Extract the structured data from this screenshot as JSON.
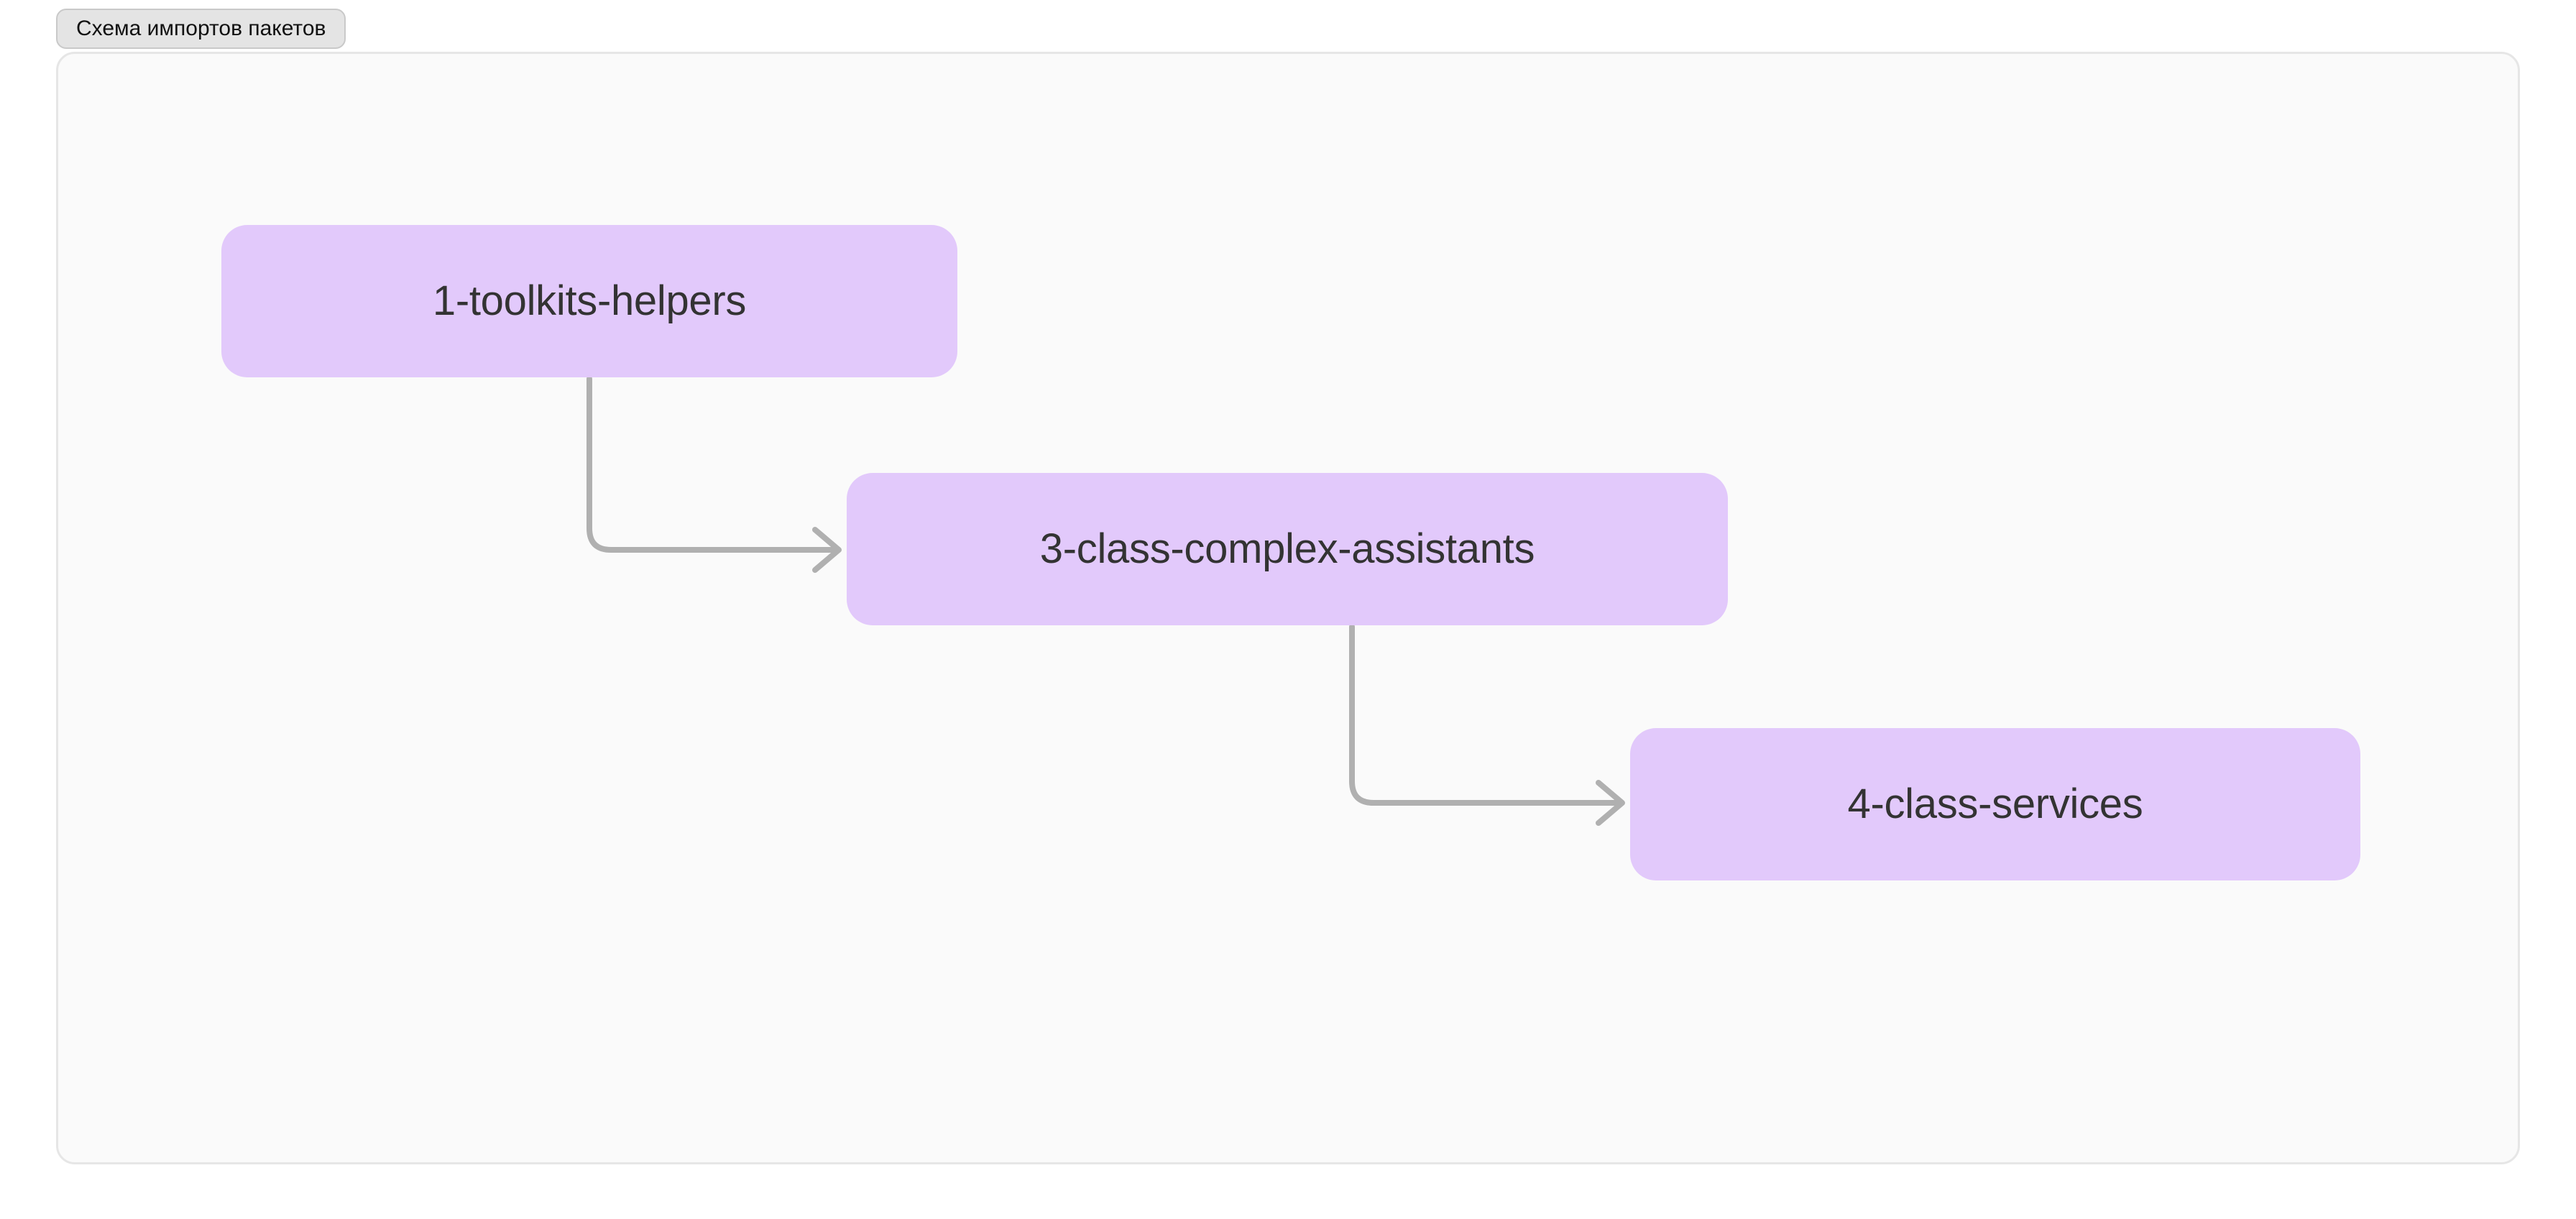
{
  "diagram": {
    "tab_label": "Схема импортов пакетов",
    "type": "flowchart",
    "direction": "left-to-right cascade",
    "colors": {
      "node_fill": "#e2c9fb",
      "node_text": "#333333",
      "edge_stroke": "#b0b0b0",
      "canvas_background": "#fafafa",
      "canvas_border": "#e6e6e6",
      "tab_background": "#e4e4e4",
      "tab_border": "#c9c9c9",
      "tab_text": "#111111"
    },
    "nodes": [
      {
        "id": "n1",
        "label": "1-toolkits-helpers"
      },
      {
        "id": "n3",
        "label": "3-class-complex-assistants"
      },
      {
        "id": "n4",
        "label": "4-class-services"
      }
    ],
    "edges": [
      {
        "id": "e1",
        "from": "1-toolkits-helpers",
        "to": "3-class-complex-assistants",
        "style": "elbow",
        "arrow": "open-chevron"
      },
      {
        "id": "e2",
        "from": "3-class-complex-assistants",
        "to": "4-class-services",
        "style": "elbow",
        "arrow": "open-chevron"
      }
    ]
  }
}
